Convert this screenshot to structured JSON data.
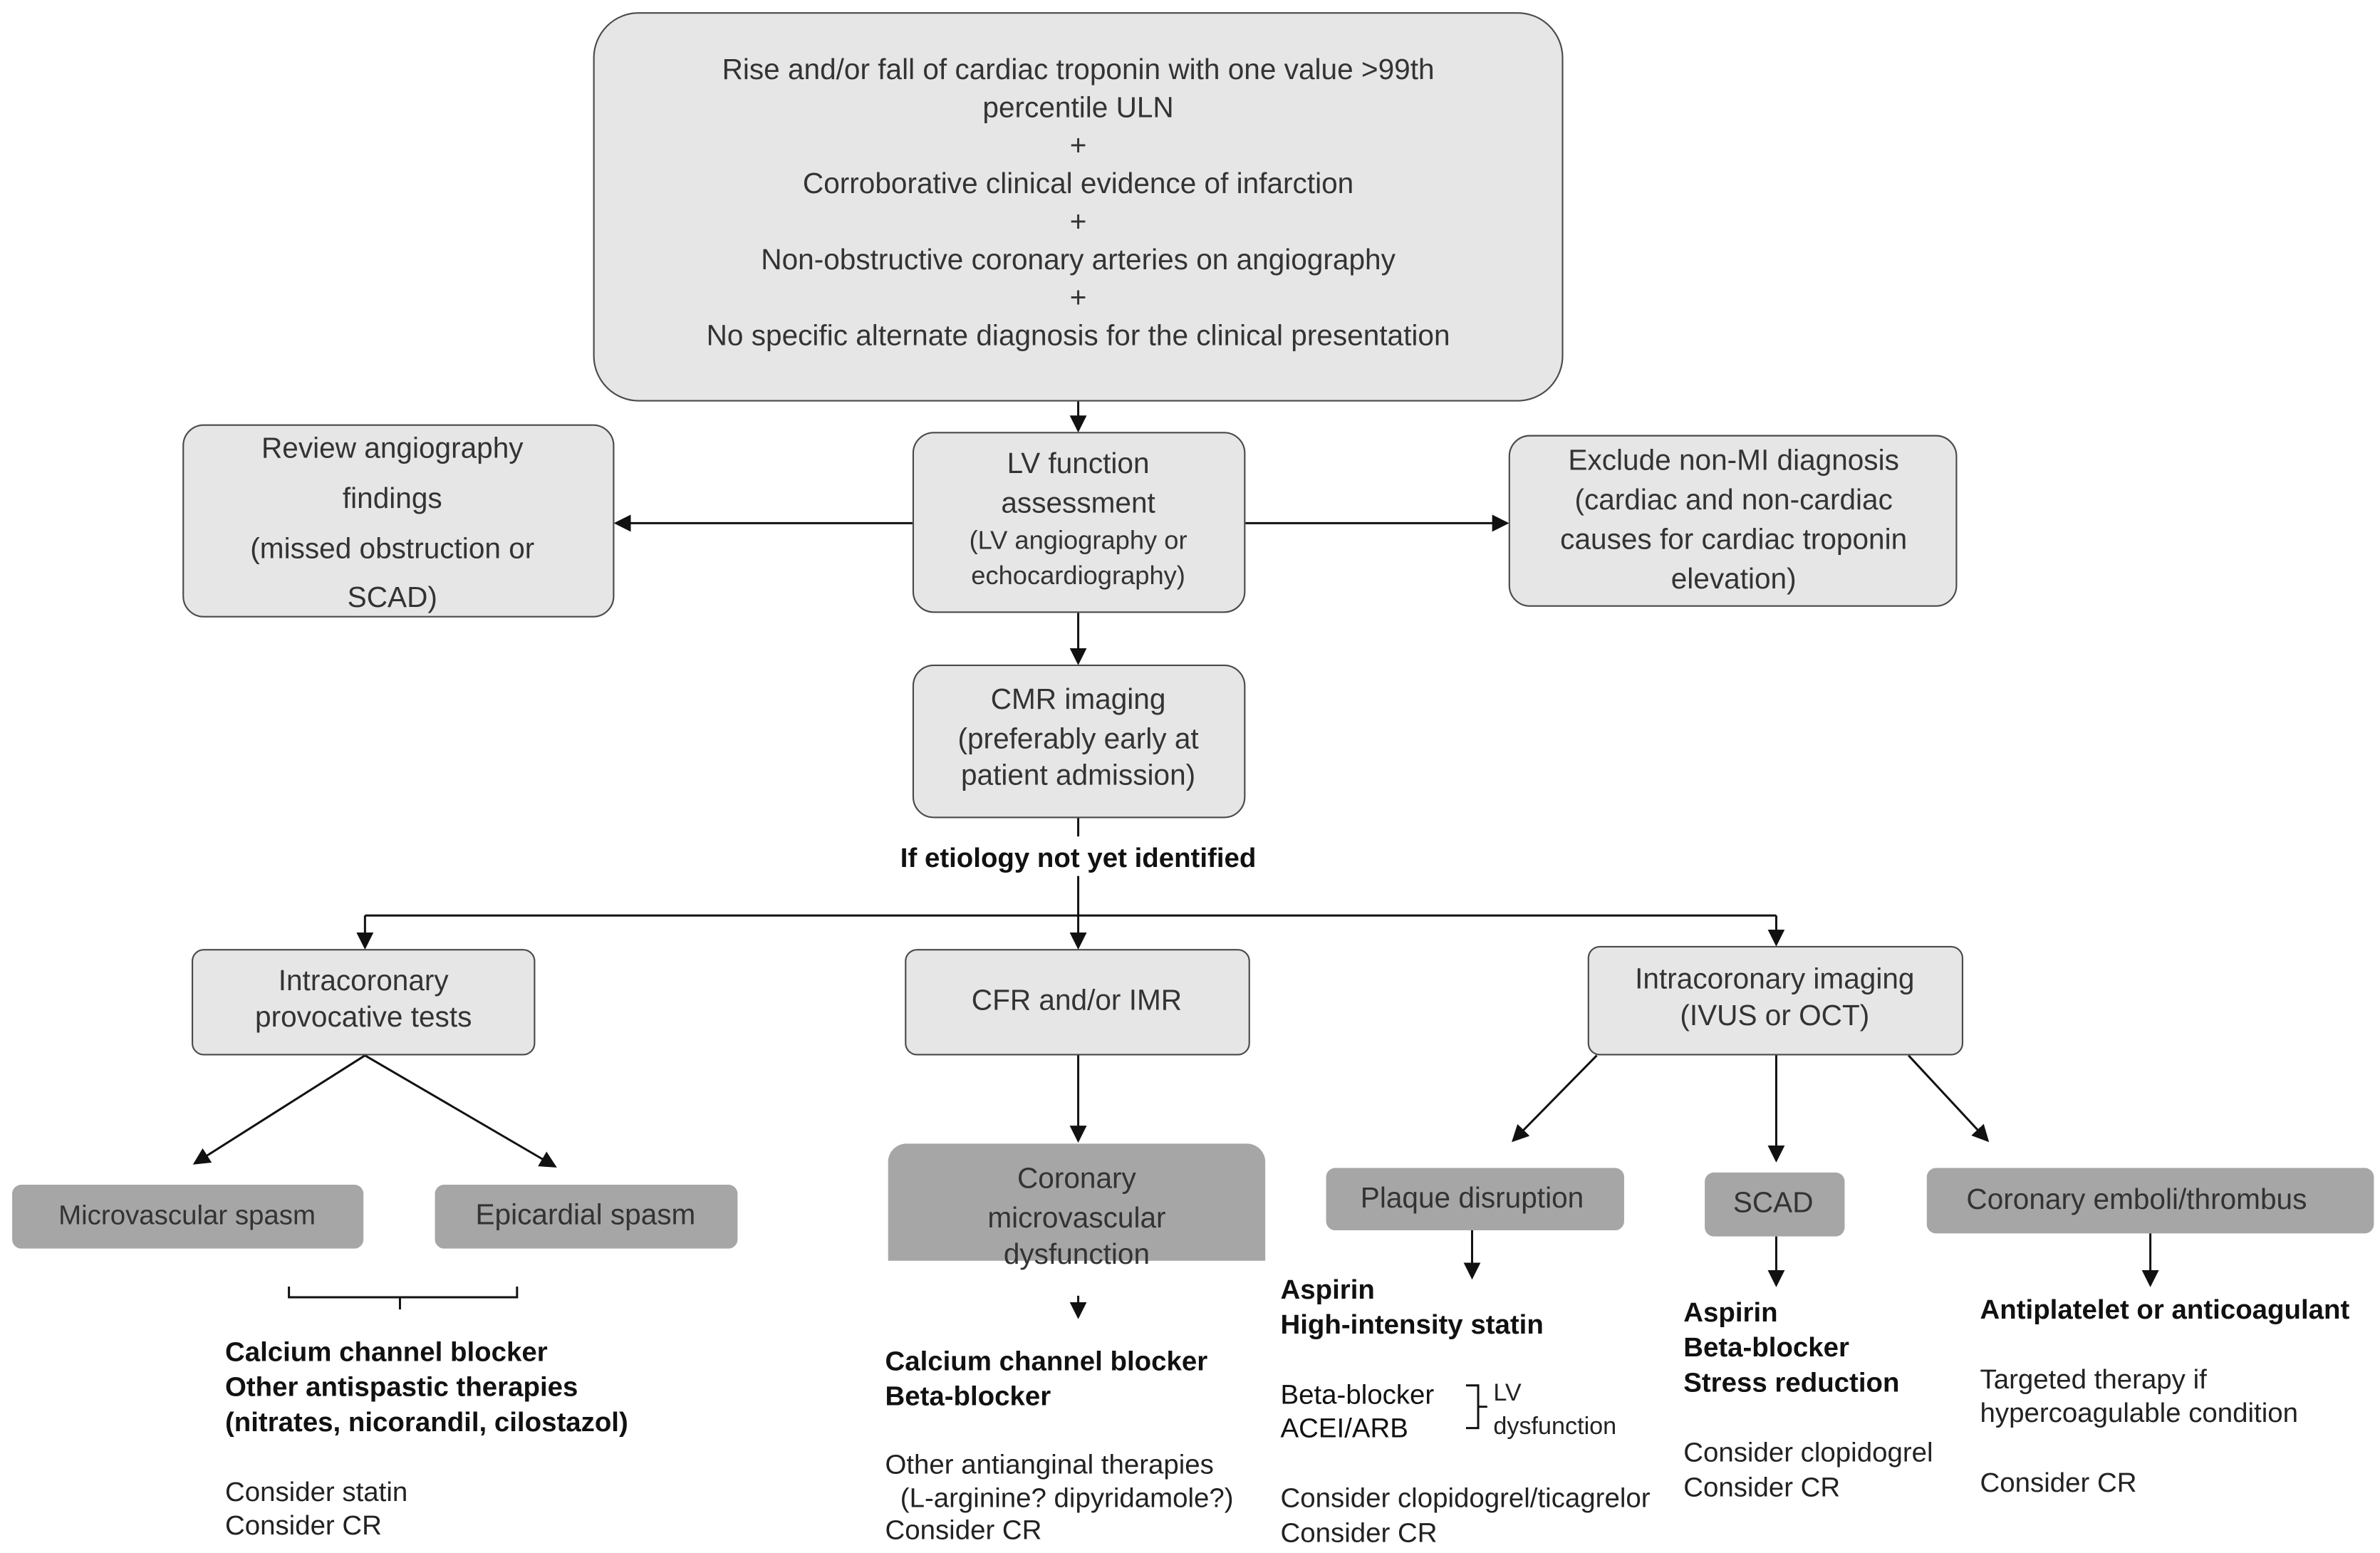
{
  "top_box": {
    "lines": [
      "Rise and/or fall of cardiac troponin with one value >99th",
      "percentile ULN",
      "+",
      "Corroborative clinical evidence of infarction",
      "+",
      "Non-obstructive coronary arteries on angiography",
      "+",
      "No specific alternate diagnosis for the clinical presentation"
    ]
  },
  "review_box": {
    "lines": [
      "Review angiography",
      "findings",
      "(missed obstruction or",
      "SCAD)"
    ]
  },
  "lv_box": {
    "lines": [
      "LV function",
      "assessment",
      "(LV angiography  or",
      "echocardiography)"
    ]
  },
  "exclude_box": {
    "lines": [
      "Exclude non-MI diagnosis",
      "(cardiac and non-cardiac",
      "causes for cardiac troponin",
      "elevation)"
    ]
  },
  "cmr_box": {
    "lines": [
      "CMR imaging",
      "(preferably early at",
      "patient admission)"
    ]
  },
  "etiology_label": "If etiology not yet identified",
  "provocative_box": {
    "lines": [
      "Intracoronary",
      "provocative tests"
    ]
  },
  "cfr_box": {
    "label": "CFR and/or IMR"
  },
  "imaging_box": {
    "lines": [
      "Intracoronary imaging",
      "(IVUS  or OCT)"
    ]
  },
  "outcomes": {
    "microvascular_spasm": "Microvascular spasm",
    "epicardial_spasm": "Epicardial spasm",
    "cmd": [
      "Coronary",
      "microvascular",
      "dysfunction"
    ],
    "plaque": "Plaque disruption",
    "scad": "SCAD",
    "emboli": "Coronary emboli/thrombus"
  },
  "treatments": {
    "spasm": {
      "bold": [
        "Calcium channel blocker",
        "Other antispastic therapies",
        "(nitrates, nicorandil, cilostazol)"
      ],
      "normal": [
        "Consider  statin",
        "Consider  CR"
      ]
    },
    "cmd": {
      "bold": [
        "Calcium channel blocker",
        "Beta-blocker"
      ],
      "normal": [
        "Other antianginal therapies",
        "(L-arginine? dipyridamole?)",
        "Consider  CR"
      ]
    },
    "plaque": {
      "bold": [
        "Aspirin",
        "High-intensity  statin",
        "Beta-blocker",
        "ACEI/ARB"
      ],
      "lv_note": [
        "LV",
        "dysfunction"
      ],
      "normal": [
        "Consider  clopidogrel/ticagrelor",
        "Consider  CR"
      ]
    },
    "scad": {
      "bold": [
        "Aspirin",
        "Beta-blocker",
        "Stress  reduction"
      ],
      "normal": [
        "Consider  clopidogrel",
        "Consider  CR"
      ]
    },
    "emboli": {
      "bold": [
        "Antiplatelet or anticoagulant"
      ],
      "normal": [
        "Targeted  therapy if",
        "hypercoagulable  condition",
        "Consider  CR"
      ]
    }
  },
  "colors": {
    "box_fill": "#e6e6e6",
    "outcome_fill": "#a6a6a6",
    "border": "#4a4a4a"
  }
}
